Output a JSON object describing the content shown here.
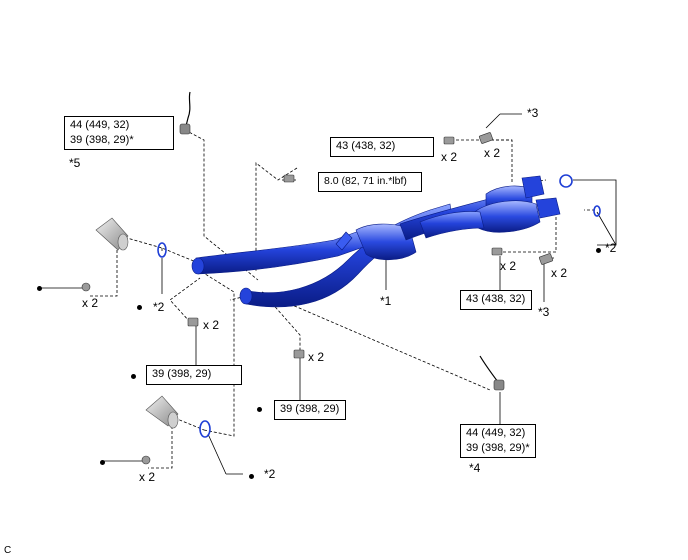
{
  "torque_specs": {
    "sensor_upper_line1": "44 (449, 32)",
    "sensor_upper_line2": "39 (398, 29)*",
    "nut_upper_right": "43 (438, 32)",
    "bolt_center": "8.0 (82, 71 in.*lbf)",
    "nut_lower_right": "43 (438, 32)",
    "bolt_left": "39 (398, 29)",
    "bolt_center_lower": "39 (398, 29)",
    "sensor_lower_line1": "44 (449, 32)",
    "sensor_lower_line2": "39 (398, 29)*"
  },
  "callouts": {
    "pipe": "*1",
    "gasket_right": "*2",
    "gasket_left_upper": "*2",
    "gasket_left_lower": "*2",
    "stud_upper": "*3",
    "stud_lower": "*3",
    "sensor_lower": "*4",
    "sensor_upper": "*5"
  },
  "quantities": {
    "nut_upper": "x 2",
    "stud_upper": "x 2",
    "nut_lower": "x 2",
    "stud_lower": "x 2",
    "nut_left_upper": "x 2",
    "bolt_left": "x 2",
    "bolt_center": "x 2",
    "nut_left_lower": "x 2"
  },
  "figure_code": "C",
  "colors": {
    "pipe_blue": "#1f3fd6",
    "pipe_highlight": "#6f8cff",
    "pipe_shadow": "#0b1f8a",
    "leader": "#000000"
  }
}
